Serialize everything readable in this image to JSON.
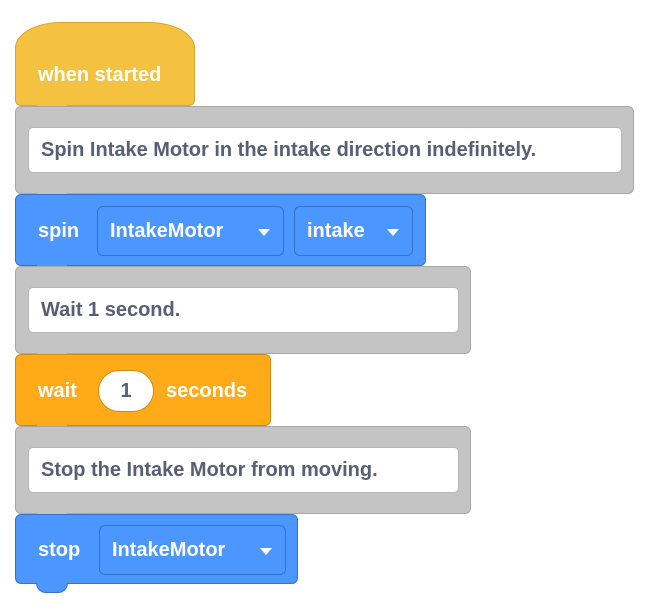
{
  "hat": {
    "label": "when started"
  },
  "comments": [
    {
      "text": "Spin Intake Motor in the intake direction indefinitely."
    },
    {
      "text": "Wait 1 second."
    },
    {
      "text": "Stop the Intake Motor from moving."
    }
  ],
  "spin_block": {
    "label": "spin",
    "motor": "IntakeMotor",
    "direction": "intake"
  },
  "wait_block": {
    "label": "wait",
    "value": "1",
    "unit": "seconds"
  },
  "stop_block": {
    "label": "stop",
    "motor": "IntakeMotor"
  },
  "colors": {
    "events": "#f5c140",
    "comment": "#c4c4c4",
    "motion": "#4c97ff",
    "control": "#ffab19",
    "comment_text": "#575e75"
  }
}
